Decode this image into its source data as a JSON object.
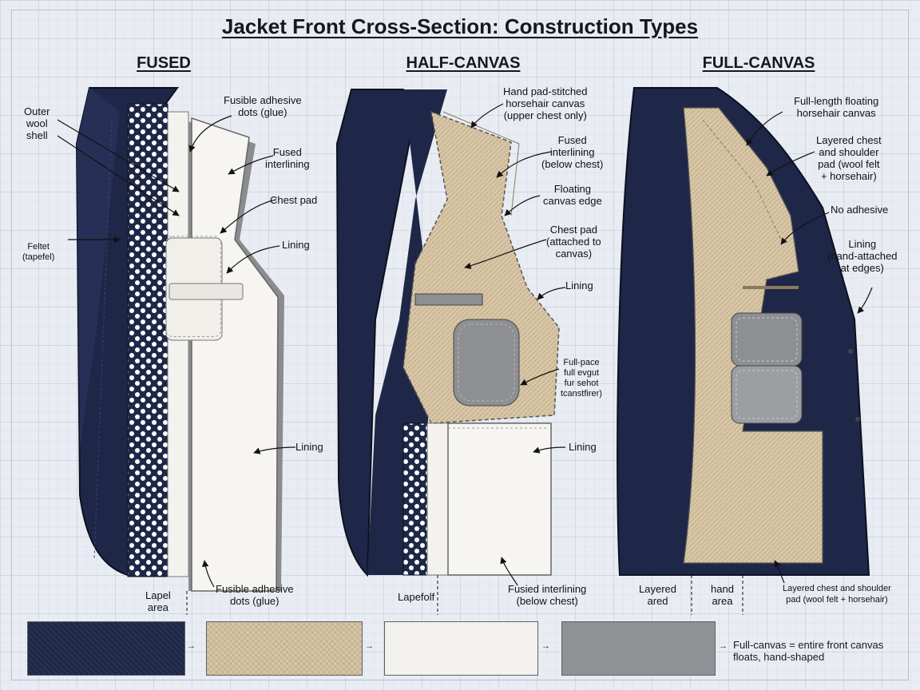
{
  "title": "Jacket Front Cross-Section: Construction Types",
  "panels": {
    "fused": {
      "heading": "FUSED",
      "labels": {
        "outer_shell": "Outer\nwool\nshell",
        "fusible_top": "Fusible adhesive\ndots (glue)",
        "fused_interlining": "Fused\ninterlining",
        "chest_pad": "Chest pad",
        "felt": "Feltet\n(tapefel)",
        "lining_upper": "Lining",
        "lining_lower": "Lining",
        "fusible_bottom": "Fusible adhesive\ndots (glue)",
        "lapel_area": "Lapel\narea"
      }
    },
    "half_canvas": {
      "heading": "HALF-CANVAS",
      "labels": {
        "horsehair": "Hand pad-stitched\nhorsehair canvas\n(upper chest only)",
        "fused_interlining": "Fused\ninterlining\n(below chest)",
        "floating_edge": "Floating\ncanvas edge",
        "chest_pad": "Chest pad\n(attached to\ncanvas)",
        "lining_upper": "Lining",
        "full_pad": "Full-pace\nfull evgut\nfur sehot\ntcanstfirer)",
        "lining_lower": "Lining",
        "lapefolf": "Lapefolf",
        "fusied_interlining": "Fusied interlining\n(below chest)"
      }
    },
    "full_canvas": {
      "heading": "FULL-CANVAS",
      "labels": {
        "floating": "Full-length floating\nhorsehair canvas",
        "layered_chest": "Layered chest\nand shoulder\npad (wool felt\n+ horsehair)",
        "no_adhesive": "No adhesive",
        "lining": "Lining\n(hand-attached\nat edges)",
        "layered_ared": "Layered\nared",
        "hand_area": "hand\narea",
        "layered_bottom": "Layered chest and shoulder\npad (wool felt + horsehair)"
      }
    }
  },
  "legend": {
    "arrow": "→",
    "note": "Full-canvas = entire front canvas\nfloats, hand-shaped"
  },
  "colors": {
    "navy": "#1f2748",
    "canvas": "#d8c6a6",
    "white": "#f3f2ee",
    "pad_gray": "#8d8f93"
  }
}
